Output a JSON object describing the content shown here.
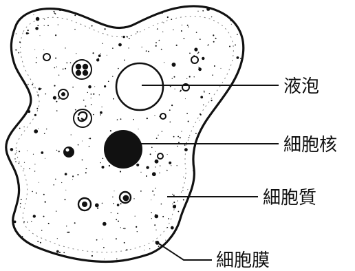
{
  "labels": {
    "vacuole": "液泡",
    "nucleus": "細胞核",
    "cytoplasm": "細胞質",
    "membrane": "細胞膜"
  },
  "colors": {
    "ink": "#111111",
    "background": "#ffffff"
  }
}
